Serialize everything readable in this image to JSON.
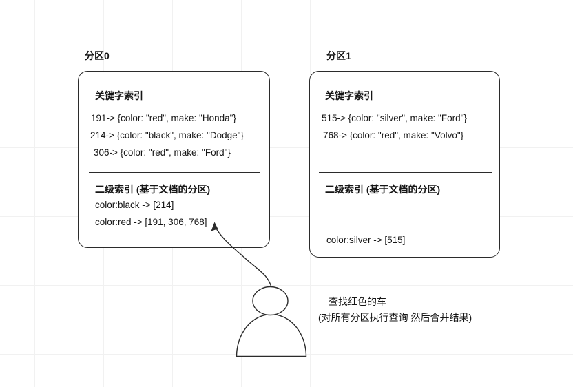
{
  "partitions": [
    {
      "label": "分区0",
      "keyword_index": {
        "title": "关键字索引",
        "rows": [
          "191-> {color: \"red\", make: \"Honda\"}",
          "214-> {color: \"black\", make: \"Dodge\"}",
          "306-> {color: \"red\", make: \"Ford\"}"
        ]
      },
      "secondary_index": {
        "title": "二级索引 (基于文档的分区)",
        "rows": [
          "color:black -> [214]",
          "color:red -> [191, 306, 768]"
        ]
      }
    },
    {
      "label": "分区1",
      "keyword_index": {
        "title": "关键字索引",
        "rows": [
          "515-> {color: \"silver\", make: \"Ford\"}",
          "768-> {color: \"red\", make: \"Volvo\"}"
        ]
      },
      "secondary_index": {
        "title": "二级索引 (基于文档的分区)",
        "rows": [
          "color:silver -> [515]"
        ]
      }
    }
  ],
  "annotation": {
    "line1": "查找红色的车",
    "line2": "(对所有分区执行查询 然后合并结果)"
  },
  "colors": {
    "text": "#161616",
    "shape_border": "#2b2b2b",
    "grid_line": "#f1f1f1",
    "background": "#ffffff"
  }
}
